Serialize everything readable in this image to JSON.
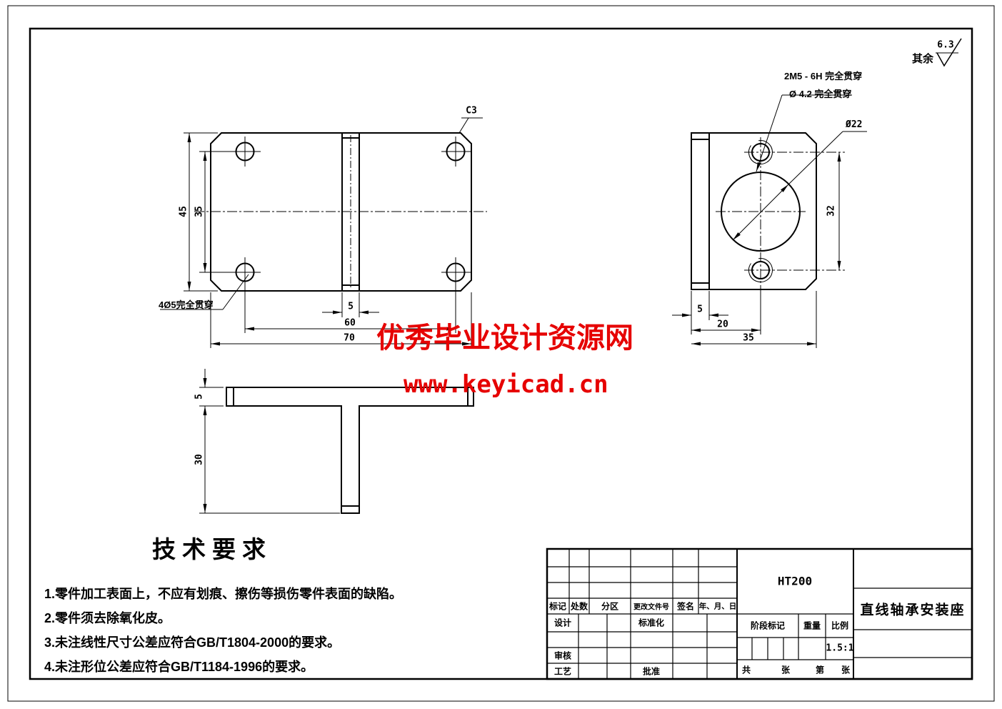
{
  "surf": {
    "prefix": "其余",
    "value": "6.3"
  },
  "front": {
    "dim_height": "45",
    "dim_hole_v": "35",
    "dim_slot": "5",
    "dim_hole_h": "60",
    "dim_width": "70",
    "label_holes": "4Ø5完全贯穿",
    "label_chamfer": "C3"
  },
  "side": {
    "label_thread": "2M5 - 6H 完全贯穿",
    "label_pilot": "Ø 4.2 完全贯穿",
    "label_bore": "Ø22",
    "dim_span": "32",
    "dim_flange": "5",
    "dim_offset": "20",
    "dim_width": "35"
  },
  "sect": {
    "dim_plate": "5",
    "dim_stem": "30"
  },
  "tech": {
    "title": "技术要求",
    "items": [
      "1.零件加工表面上，不应有划痕、擦伤等损伤零件表面的缺陷。",
      "2.零件须去除氧化皮。",
      "3.未注线性尺寸公差应符合GB/T1804-2000的要求。",
      "4.未注形位公差应符合GB/T1184-1996的要求。"
    ]
  },
  "tb": {
    "header": [
      "标记",
      "处数",
      "分区",
      "更改文件号",
      "签名",
      "年、月、日"
    ],
    "design": "设计",
    "standard": "标准化",
    "review": "审核",
    "process": "工艺",
    "approve": "批准",
    "material": "HT200",
    "stage": "阶段标记",
    "weight": "重量",
    "scale": "比例",
    "scale_value": "1.5:1",
    "sheet": [
      "共",
      "张",
      "第",
      "张"
    ],
    "part_name": "直线轴承安装座"
  },
  "wm": {
    "line1": "优秀毕业设计资源网",
    "line2": "www.keyicad.cn",
    "color": "#e60000"
  }
}
